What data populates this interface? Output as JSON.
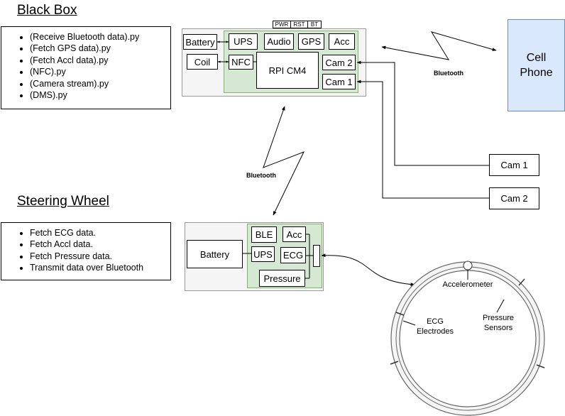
{
  "black_box": {
    "heading": "Black Box",
    "scripts": [
      "(Receive Bluetooth data).py",
      "(Fetch GPS data).py",
      "(Fetch Accl data).py",
      "(NFC).py",
      "(Camera stream).py",
      "(DMS).py"
    ],
    "buttons": [
      "PWR",
      "RST",
      "BT"
    ],
    "battery": "Battery",
    "coil": "Coil",
    "ups": "UPS",
    "audio": "Audio",
    "gps": "GPS",
    "acc": "Acc",
    "nfc": "NFC",
    "rpi": "RPI CM4",
    "cam2": "Cam 2",
    "cam1": "Cam 1"
  },
  "cell_phone": {
    "label_line1": "Cell",
    "label_line2": "Phone"
  },
  "bluetooth_labels": [
    "Bluetooth",
    "Bluetooth"
  ],
  "external_cams": [
    "Cam 1",
    "Cam 2"
  ],
  "steering_wheel": {
    "heading": "Steering Wheel",
    "tasks": [
      "Fetch ECG data.",
      "Fetch Accl data.",
      "Fetch Pressure data.",
      "Transmit data over Bluetooth"
    ],
    "battery": "Battery",
    "ble": "BLE",
    "acc": "Acc",
    "ups": "UPS",
    "ecg": "ECG",
    "pressure": "Pressure"
  },
  "wheel_labels": {
    "accelerometer": "Accelerometer",
    "ecg_line1": "ECG",
    "ecg_line2": "Electrodes",
    "pressure_line1": "Pressure",
    "pressure_line2": "Sensors"
  },
  "colors": {
    "panel_fill": "#f5f5f5",
    "panel_border": "#999999",
    "green_fill": "#d5e8d4",
    "green_border": "#82b366",
    "phone_fill": "#dae8fc",
    "phone_border": "#6c8ebf"
  }
}
